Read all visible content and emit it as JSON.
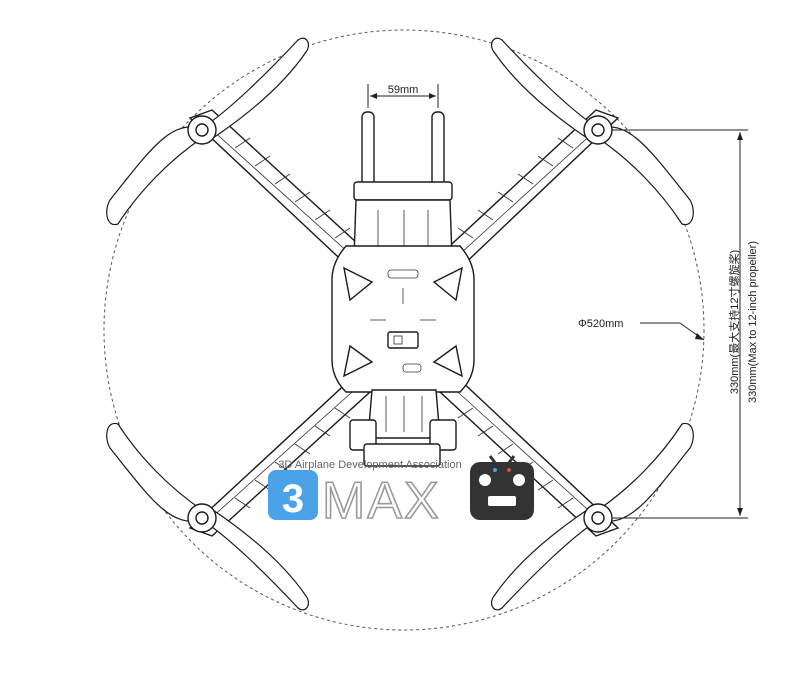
{
  "dimensions": {
    "standoff_spacing": "59mm",
    "diameter": "Φ520mm",
    "motor_spacing_vertical": "330mm(最大支持12寸螺旋桨)",
    "motor_spacing_vertical_en": "330mm(Max to 12-inch propeller)"
  },
  "watermark": {
    "association": "3D Airplane Development Association",
    "logo_number": "3",
    "logo_text": "MAX"
  },
  "colors": {
    "logo_blue": "#4aa3e8",
    "logo_gray": "#9a9a9a",
    "remote_dark": "#333333",
    "line": "#222222"
  }
}
